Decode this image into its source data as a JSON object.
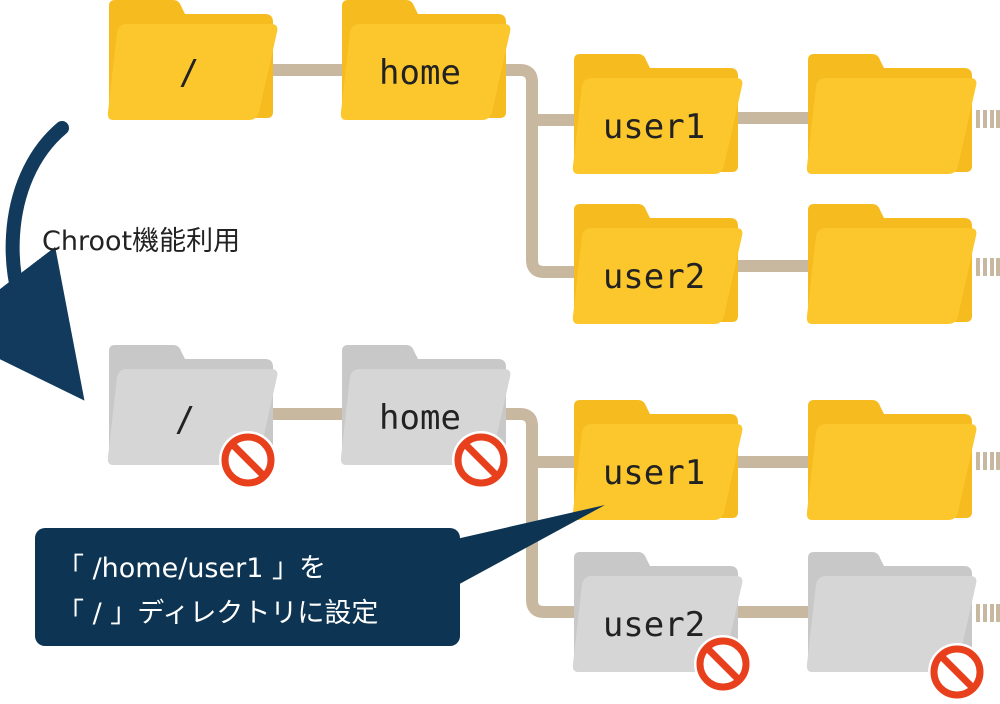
{
  "colors": {
    "folder_active": "#fcc72c",
    "folder_active_back": "#f6bb1f",
    "folder_active_edge": "#e2a80f",
    "folder_inactive": "#d6d6d6",
    "folder_inactive_back": "#c8c8c8",
    "folder_inactive_edge": "#b3b3b3",
    "connector": "#c9b8a0",
    "arrow": "#113a5c",
    "callout": "#0d3553",
    "no_symbol": "#e8401c"
  },
  "top_tree": {
    "root": {
      "label": "/",
      "icon": "folder-icon"
    },
    "home": {
      "label": "home",
      "icon": "folder-icon"
    },
    "user1": {
      "label": "user1",
      "icon": "folder-icon"
    },
    "user2": {
      "label": "user2",
      "icon": "folder-icon"
    },
    "continuation_marker": "dashed-line"
  },
  "transition_label": "Chroot機能利用",
  "bottom_tree": {
    "root": {
      "label": "/",
      "icon": "folder-icon",
      "status": "inaccessible"
    },
    "home": {
      "label": "home",
      "icon": "folder-icon",
      "status": "inaccessible"
    },
    "user1": {
      "label": "user1",
      "icon": "folder-icon",
      "status": "accessible"
    },
    "user2": {
      "label": "user2",
      "icon": "folder-icon",
      "status": "inaccessible"
    },
    "user1_child": {
      "status": "accessible"
    },
    "user2_child": {
      "status": "inaccessible"
    },
    "blocked_icon": "no-entry-icon"
  },
  "callout": {
    "line1": "「 /home/user1 」を",
    "line2": "「 / 」ディレクトリに設定"
  }
}
